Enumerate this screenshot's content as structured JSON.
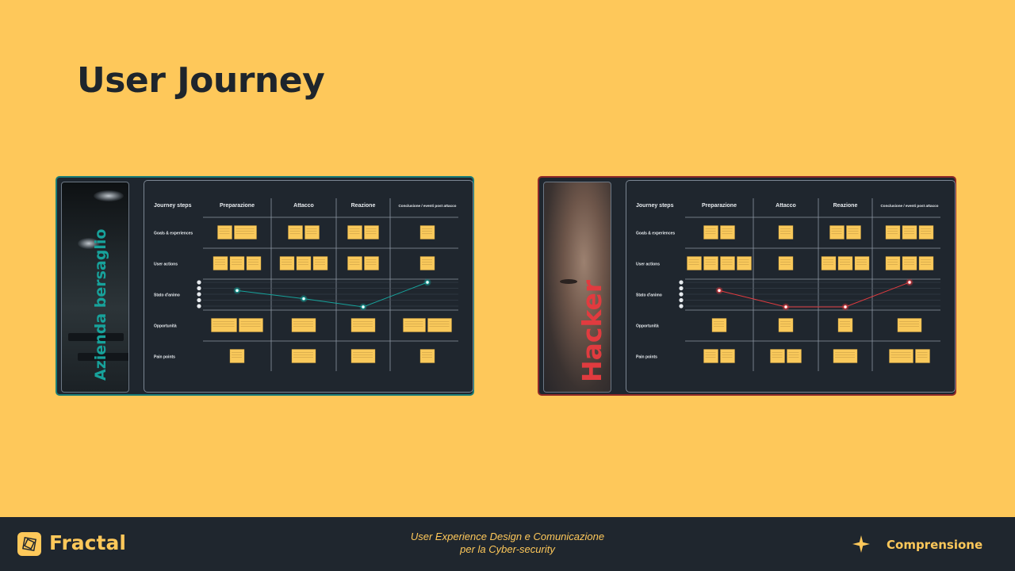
{
  "slide": {
    "title": "User Journey"
  },
  "boards": [
    {
      "id": "left",
      "side_label": "Azienda bersaglio",
      "accent": "#17A29B",
      "row_header": "Journey steps",
      "columns": [
        "Preparazione",
        "Attacco",
        "Reazione",
        "Conclusione / eventi post attacco"
      ],
      "rows": [
        "Goals & experiences",
        "User actions",
        "Stato d'animo",
        "Opportunità",
        "Pain points"
      ],
      "mood_points": [
        2,
        1,
        0,
        3
      ]
    },
    {
      "id": "right",
      "side_label": "Hacker",
      "accent": "#E13B3F",
      "row_header": "Journey steps",
      "columns": [
        "Preparazione",
        "Attacco",
        "Reazione",
        "Conclusione / eventi post attacco"
      ],
      "rows": [
        "Goals & experiences",
        "User actions",
        "Stato d'animo",
        "Opportunità",
        "Pain points"
      ],
      "mood_points": [
        2,
        0,
        0,
        3
      ]
    }
  ],
  "footer": {
    "brand": "Fractal",
    "course_line1": "User Experience Design e Comunicazione",
    "course_line2": "per la Cyber-security",
    "section": "Comprensione"
  },
  "icons": {
    "logo": "fractal-logo-icon",
    "section": "sparkle-icon"
  },
  "colors": {
    "background": "#FEC85A",
    "dark": "#1F262E",
    "sticky": "#F9C95B"
  }
}
